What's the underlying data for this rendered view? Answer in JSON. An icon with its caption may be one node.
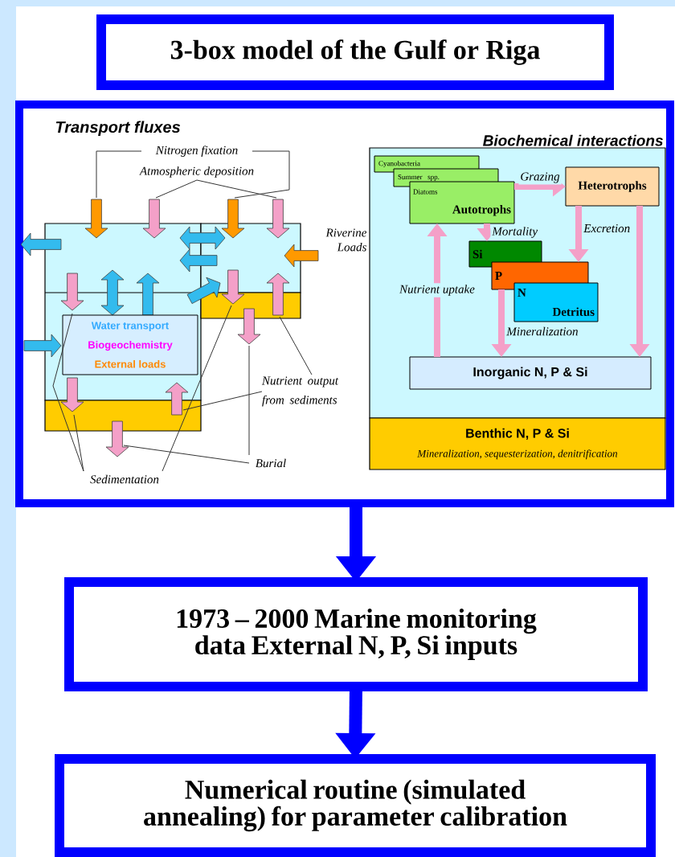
{
  "diagram": {
    "nodes": [
      {
        "text": [
          "3-box model of the Gulf or Riga"
        ]
      },
      {
        "text": [],
        "shape": "box"
      },
      {
        "text": [],
        "shape": "picture",
        "in": 1
      },
      {
        "text": [
          "Nitrogen fixation"
        ],
        "in": 1
      },
      {
        "text": [
          "Atmospheric deposition"
        ],
        "in": 1
      },
      {
        "text": [
          "Water transport",
          "Biogeochemistry",
          "External loads"
        ],
        "in": 2
      },
      {
        "text": [
          "Nutrient output from sediments"
        ],
        "in": 1
      },
      {
        "text": [
          "Burial"
        ],
        "in": 1
      },
      {
        "text": [
          "Sedimentation"
        ],
        "in": 1
      },
      {
        "text": [
          "Biochemical interactions"
        ],
        "in": 1
      },
      {
        "text": [
          "Cyanobacteria"
        ],
        "in": 9
      },
      {
        "text": [
          "Summer spp."
        ],
        "in": 9
      },
      {
        "text": [
          "Diatoms",
          "Autotrophs"
        ],
        "in": 9
      },
      {
        "text": [
          "Heterotrophs"
        ],
        "in": 9
      },
      {
        "text": [
          "Si"
        ],
        "in": 9
      },
      {
        "text": [
          "P"
        ],
        "in": 9
      },
      {
        "text": [
          "N",
          "Detritus"
        ],
        "in": 9
      },
      {
        "text": [
          "Inorganic N, P & Si"
        ],
        "in": 9
      },
      {
        "text": [
          "Benthic N, P & Si",
          "Mineralization, sequesterization, denitrification"
        ],
        "in": 1
      },
      {
        "text": [
          "1973 – 2000 Marine monitoring data External N, P, Si inputs"
        ]
      },
      {
        "text": [
          "Numerical routine (simulated annealing) for parameter calibration"
        ]
      }
    ],
    "edges": [
      {
        "from": 1,
        "to": 19,
        "arrow": "to",
        "style": "thick",
        "color": "#0000ff"
      },
      {
        "from": 19,
        "to": 20,
        "arrow": "to",
        "style": "thick",
        "color": "#0000ff"
      },
      {
        "from": 12,
        "to": 13,
        "label": "Grazing",
        "arrow": "to",
        "style": "thick",
        "color": "#f4a0c8"
      },
      {
        "from": 12,
        "to": 14,
        "label": "Mortality",
        "arrow": "to",
        "style": "thick",
        "color": "#f4a0c8"
      },
      {
        "from": 13,
        "to": 15,
        "label": "Excretion",
        "arrow": "to",
        "style": "thick",
        "color": "#f4a0c8"
      },
      {
        "from": 13,
        "to": 17,
        "arrow": "to",
        "style": "thick",
        "color": "#f4a0c8"
      },
      {
        "from": 15,
        "to": 17,
        "label": "Mineralization",
        "arrow": "to",
        "style": "thick",
        "color": "#f4a0c8"
      },
      {
        "from": 17,
        "to": 12,
        "label": "Nutrient uptake",
        "arrow": "to",
        "style": "thick",
        "color": "#f4a0c8"
      },
      {
        "from": 3,
        "to": 2,
        "arrow": "none"
      },
      {
        "from": 3,
        "to": 2,
        "arrow": "none"
      },
      {
        "from": 4,
        "to": 2,
        "arrow": "none"
      },
      {
        "from": 4,
        "to": 2,
        "arrow": "none"
      },
      {
        "from": 6,
        "to": 2,
        "arrow": "none"
      },
      {
        "from": 6,
        "to": 2,
        "arrow": "none"
      },
      {
        "from": 7,
        "to": 2,
        "arrow": "none"
      },
      {
        "from": 7,
        "to": 2,
        "arrow": "none"
      },
      {
        "from": 8,
        "to": 2,
        "arrow": "none"
      },
      {
        "from": 8,
        "to": 2,
        "arrow": "none"
      },
      {
        "from": 8,
        "to": 2,
        "arrow": "none"
      }
    ],
    "labels": [
      "Transport fluxes",
      "Riverine Loads"
    ]
  }
}
